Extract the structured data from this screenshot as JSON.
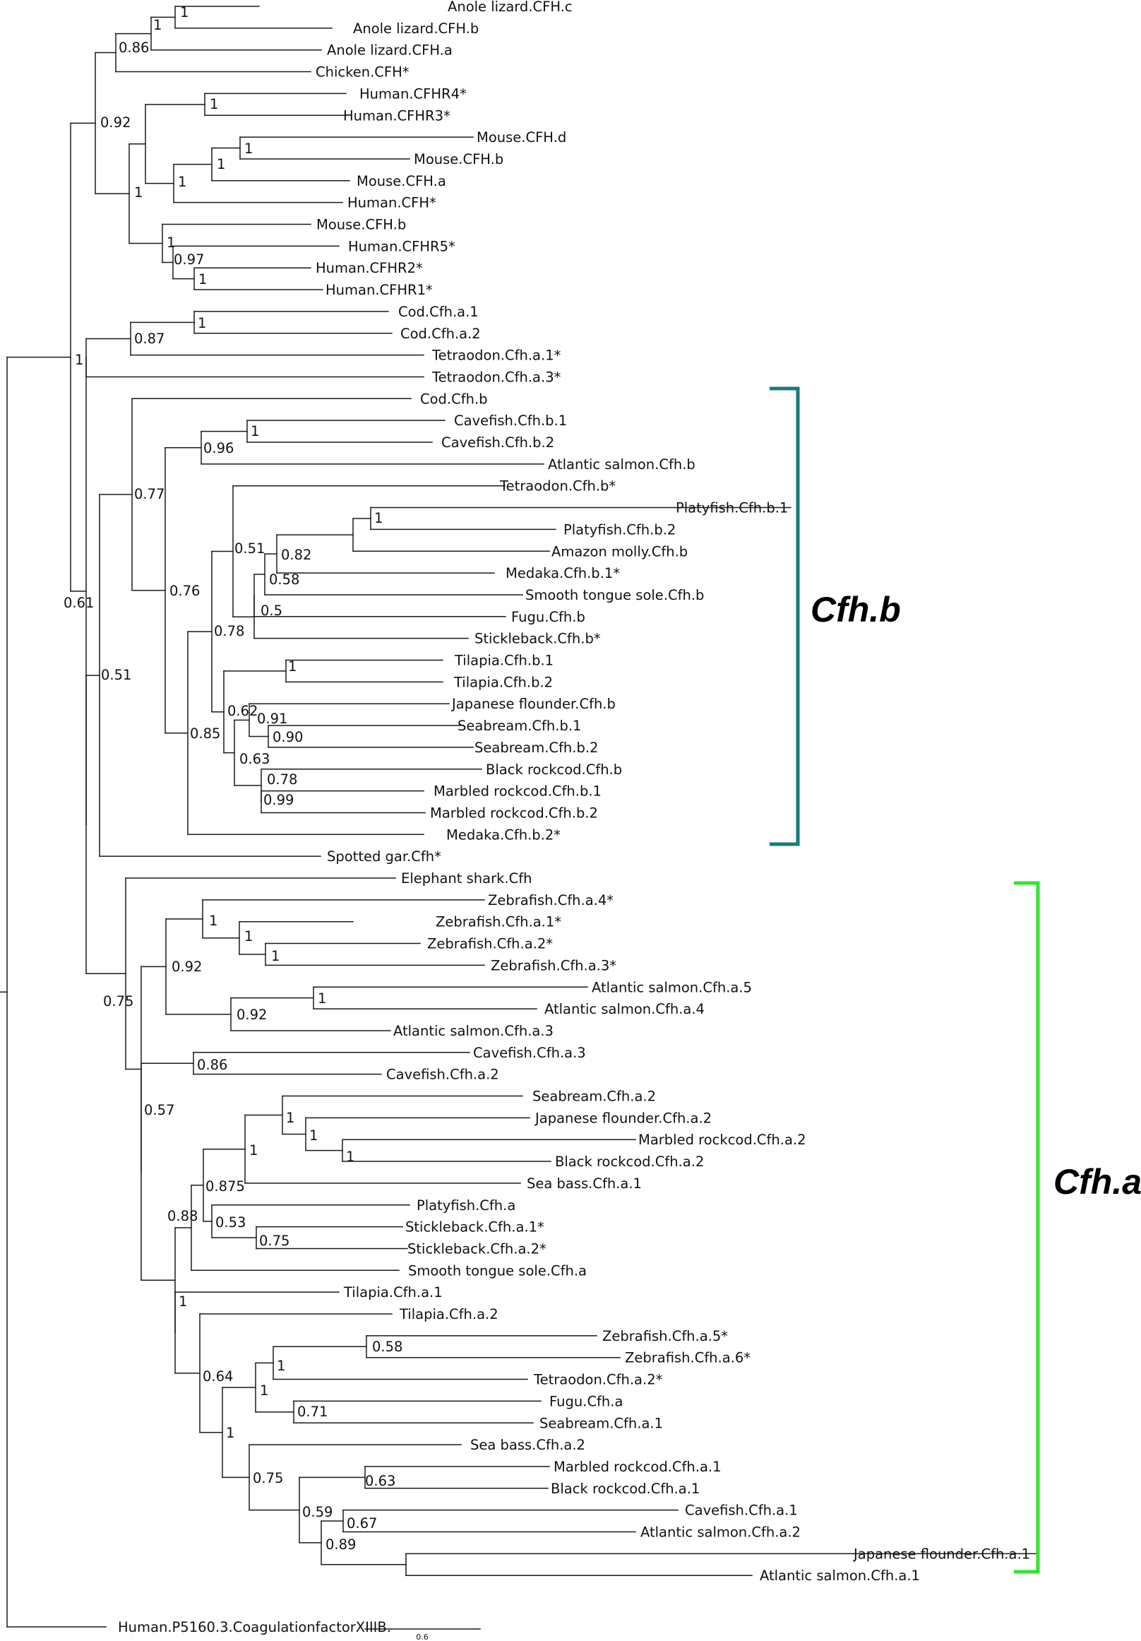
{
  "tree": {
    "tips": [
      "Anole lizard.CFH.c",
      "Anole lizard.CFH.b",
      "Anole lizard.CFH.a",
      "Chicken.CFH*",
      "Human.CFHR4*",
      "Human.CFHR3*",
      "Mouse.CFH.d",
      "Mouse.CFH.b",
      "Mouse.CFH.a",
      "Human.CFH*",
      "Mouse.CFH.b",
      "Human.CFHR5*",
      "Human.CFHR2*",
      "Human.CFHR1*",
      "Cod.Cfh.a.1",
      "Cod.Cfh.a.2",
      "Tetraodon.Cfh.a.1*",
      "Tetraodon.Cfh.a.3*",
      "Cod.Cfh.b",
      "Cavefish.Cfh.b.1",
      "Cavefish.Cfh.b.2",
      "Atlantic salmon.Cfh.b",
      "Tetraodon.Cfh.b*",
      "Platyfish.Cfh.b.1",
      "Platyfish.Cfh.b.2",
      "Amazon molly.Cfh.b",
      "Medaka.Cfh.b.1*",
      "Smooth tongue sole.Cfh.b",
      "Fugu.Cfh.b",
      "Stickleback.Cfh.b*",
      "Tilapia.Cfh.b.1",
      "Tilapia.Cfh.b.2",
      "Japanese flounder.Cfh.b",
      "Seabream.Cfh.b.1",
      "Seabream.Cfh.b.2",
      "Black rockcod.Cfh.b",
      "Marbled rockcod.Cfh.b.1",
      "Marbled rockcod.Cfh.b.2",
      "Medaka.Cfh.b.2*",
      "Spotted gar.Cfh*",
      "Elephant shark.Cfh",
      "Zebrafish.Cfh.a.4*",
      "Zebrafish.Cfh.a.1*",
      "Zebrafish.Cfh.a.2*",
      "Zebrafish.Cfh.a.3*",
      "Atlantic salmon.Cfh.a.5",
      "Atlantic salmon.Cfh.a.4",
      "Atlantic salmon.Cfh.a.3",
      "Cavefish.Cfh.a.3",
      "Cavefish.Cfh.a.2",
      "Seabream.Cfh.a.2",
      "Japanese flounder.Cfh.a.2",
      "Marbled rockcod.Cfh.a.2",
      "Black rockcod.Cfh.a.2",
      "Sea bass.Cfh.a.1",
      "Platyfish.Cfh.a",
      "Stickleback.Cfh.a.1*",
      "Stickleback.Cfh.a.2*",
      "Smooth tongue sole.Cfh.a",
      "Tilapia.Cfh.a.1",
      "Tilapia.Cfh.a.2",
      "Zebrafish.Cfh.a.5*",
      "Zebrafish.Cfh.a.6*",
      "Tetraodon.Cfh.a.2*",
      "Fugu.Cfh.a",
      "Seabream.Cfh.a.1",
      "Sea bass.Cfh.a.2",
      "Marbled rockcod.Cfh.a.1",
      "Black rockcod.Cfh.a.1",
      "Cavefish.Cfh.a.1",
      "Atlantic salmon.Cfh.a.2",
      "Japanese flounder.Cfh.a.1",
      "Atlantic salmon.Cfh.a.1",
      "Human.P5160.3.CoagulationfactorXIIIB."
    ],
    "support_values": [
      "1",
      "1",
      "0.86",
      "0.92",
      "1",
      "1",
      "1",
      "1",
      "1",
      "1",
      "0.97",
      "1",
      "1",
      "0.87",
      "1",
      "1",
      "0.96",
      "0.77",
      "1",
      "0.82",
      "0.51",
      "0.58",
      "0.5",
      "0.76",
      "0.78",
      "1",
      "0.62",
      "0.91",
      "0.90",
      "0.63",
      "0.78",
      "0.99",
      "0.85",
      "0.51",
      "0.61",
      "1",
      "1",
      "1",
      "0.92",
      "1",
      "0.92",
      "0.75",
      "0.86",
      "0.57",
      "1",
      "1",
      "1",
      "0.875",
      "1",
      "0.53",
      "0.88",
      "0.75",
      "1",
      "0.58",
      "1",
      "1",
      "0.71",
      "0.64",
      "1",
      "0.63",
      "0.75",
      "0.59",
      "0.67",
      "0.89"
    ],
    "clades": [
      {
        "label": "Cfh.b",
        "color": "#1a7a7a"
      },
      {
        "label": "Cfh.a",
        "color": "#33e633"
      }
    ],
    "scale_bar": "0.6"
  }
}
